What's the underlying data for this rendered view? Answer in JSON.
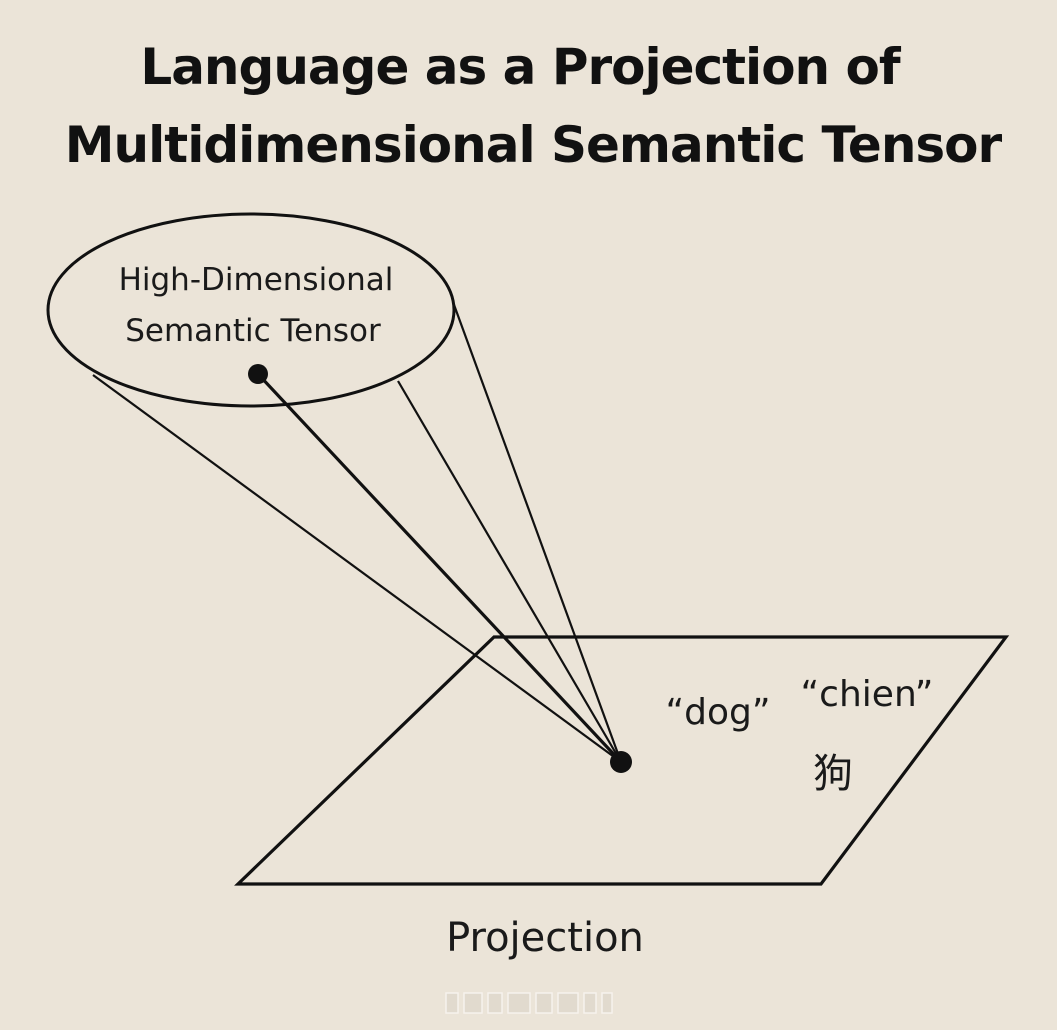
{
  "title": {
    "line1": "Language as a Projection of",
    "line2": "Multidimensional Semantic Tensor"
  },
  "tensor": {
    "label_line1": "High-Dimensional",
    "label_line2": "Semantic Tensor"
  },
  "plane": {
    "words": {
      "english": "“dog”",
      "french": "“chien”",
      "chinese": "狗"
    },
    "caption": "Projection"
  },
  "colors": {
    "background": "#ebe4d8",
    "ink": "#111111"
  }
}
